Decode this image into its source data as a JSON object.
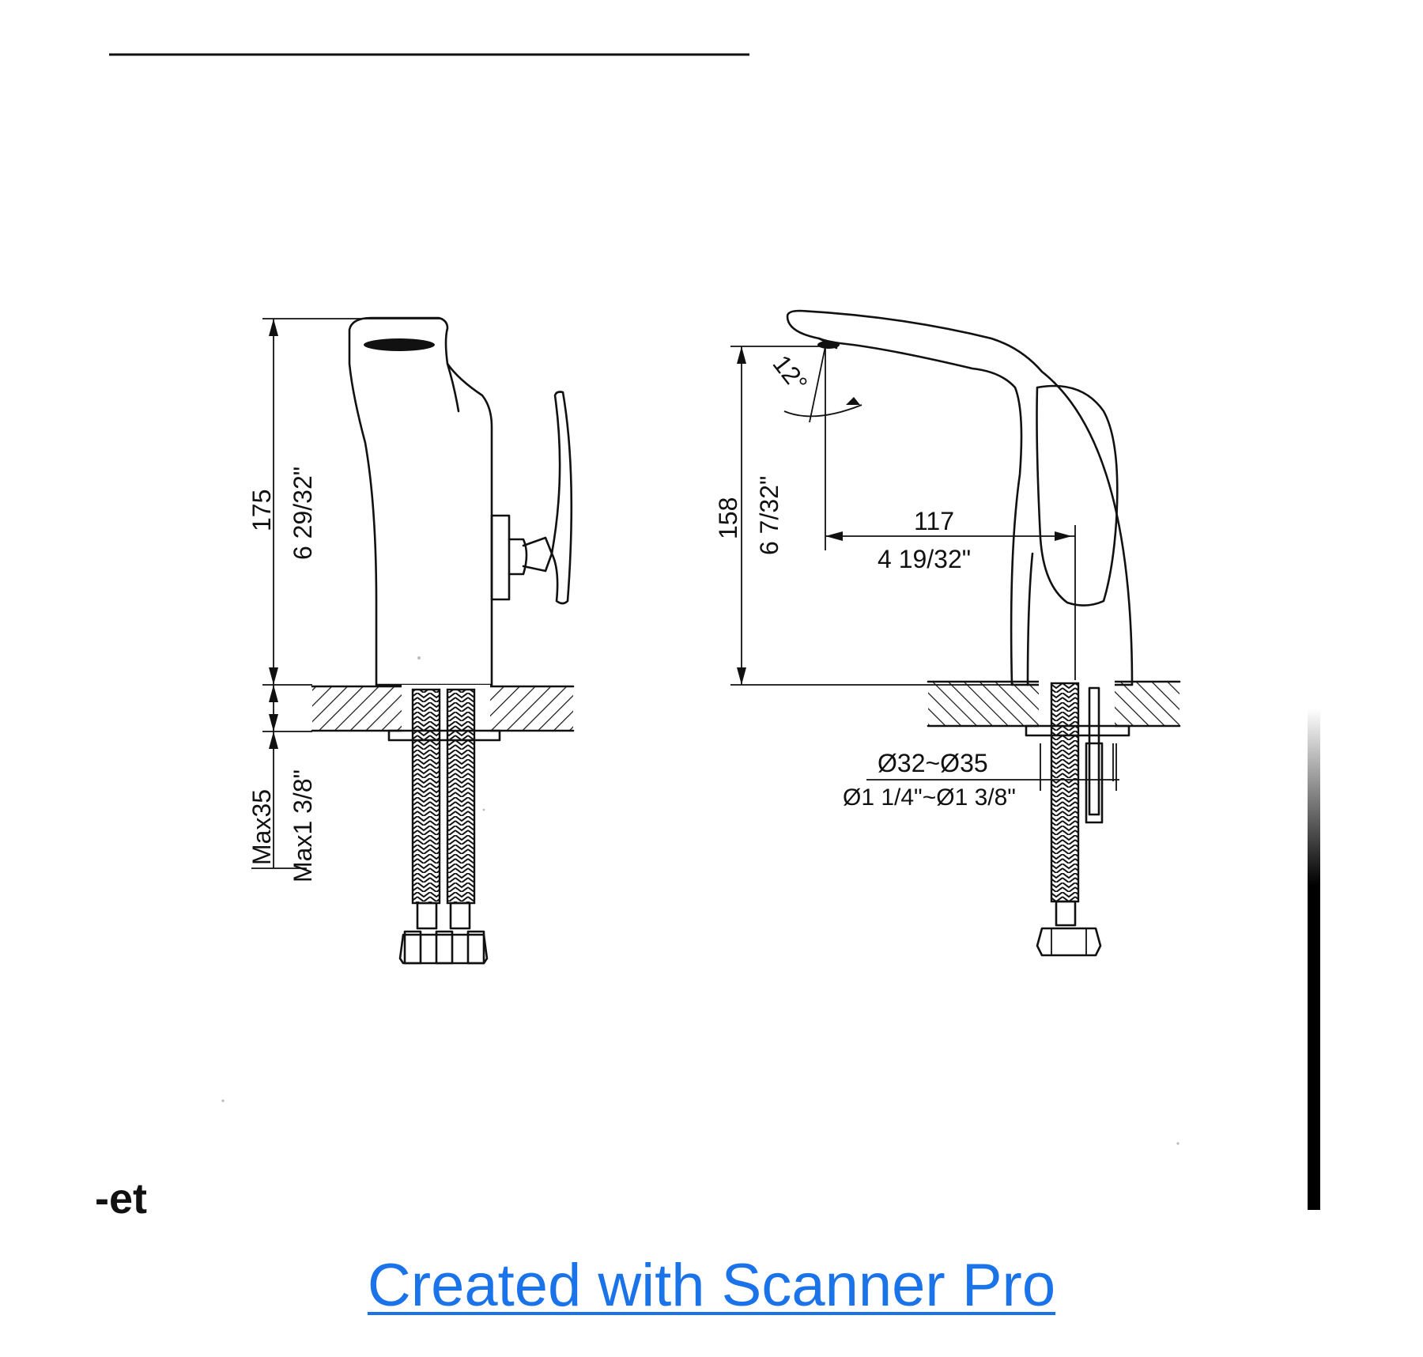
{
  "left_view": {
    "height_mm": "175",
    "height_in": "6 29/32\"",
    "deck_max_mm": "Max35",
    "deck_max_in": "Max1 3/8\""
  },
  "right_view": {
    "angle": "12°",
    "spout_height_mm": "158",
    "spout_height_in": "6 7/32\"",
    "reach_mm": "117",
    "reach_in": "4 19/32\"",
    "hole_mm": "Ø32~Ø35",
    "hole_in": "Ø1 1/4\"~Ø1 3/8\""
  },
  "cropped_text": "-et",
  "footer": {
    "link_text": "Created with Scanner Pro",
    "link_color": "#1a73e8"
  }
}
